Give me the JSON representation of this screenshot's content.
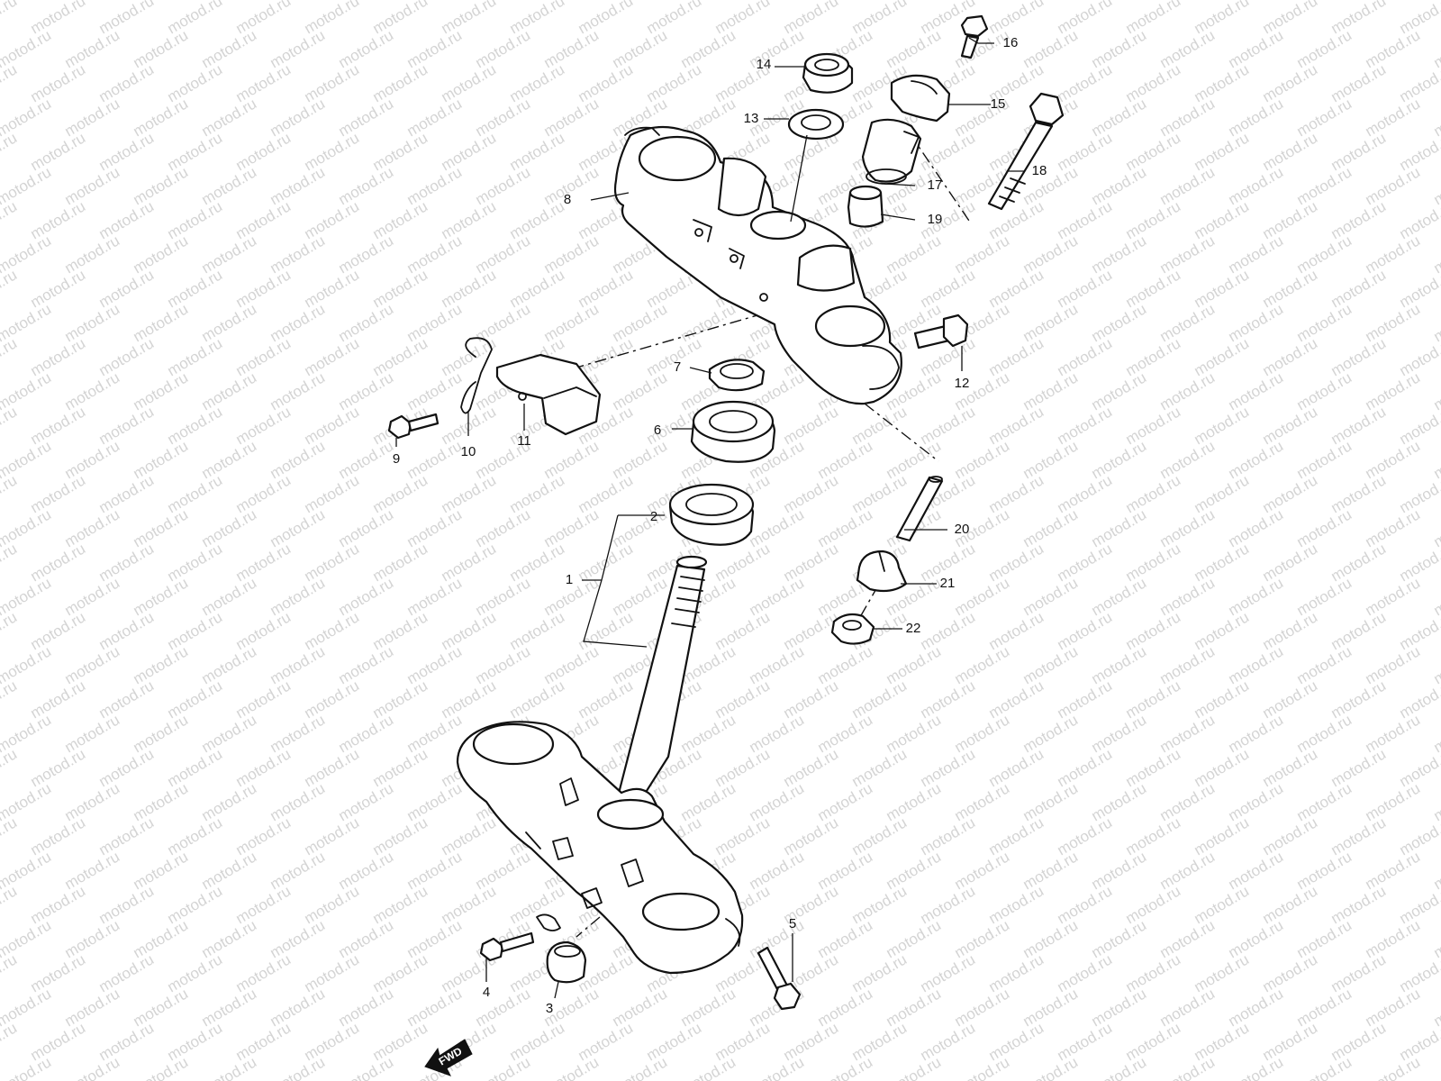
{
  "watermark": "motod.ru",
  "direction_label": "FWD",
  "callouts": [
    {
      "id": "1",
      "label": "1"
    },
    {
      "id": "2",
      "label": "2"
    },
    {
      "id": "3",
      "label": "3"
    },
    {
      "id": "4",
      "label": "4"
    },
    {
      "id": "5",
      "label": "5"
    },
    {
      "id": "6",
      "label": "6"
    },
    {
      "id": "7",
      "label": "7"
    },
    {
      "id": "8",
      "label": "8"
    },
    {
      "id": "9",
      "label": "9"
    },
    {
      "id": "10",
      "label": "10"
    },
    {
      "id": "11",
      "label": "11"
    },
    {
      "id": "12",
      "label": "12"
    },
    {
      "id": "13",
      "label": "13"
    },
    {
      "id": "14",
      "label": "14"
    },
    {
      "id": "15",
      "label": "15"
    },
    {
      "id": "16",
      "label": "16"
    },
    {
      "id": "17",
      "label": "17"
    },
    {
      "id": "18",
      "label": "18"
    },
    {
      "id": "19",
      "label": "19"
    },
    {
      "id": "20",
      "label": "20"
    },
    {
      "id": "21",
      "label": "21"
    },
    {
      "id": "22",
      "label": "22"
    }
  ]
}
